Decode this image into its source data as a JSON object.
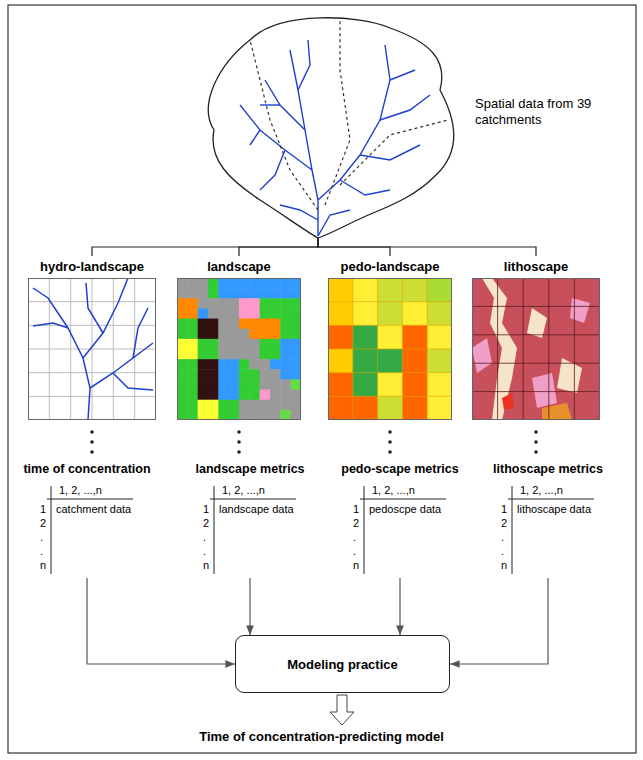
{
  "diagram": {
    "nodes": [
      {
        "text": [
          "Spatial data from 39 catchments"
        ]
      },
      {
        "text": [
          "hydro-landscape"
        ]
      },
      {
        "text": [
          "landscape"
        ]
      },
      {
        "text": [
          "pedo-landscape"
        ]
      },
      {
        "text": [
          "lithoscape"
        ]
      },
      {
        "text": [
          "time of concentration",
          "1, 2, ...,n",
          "1",
          "2",
          ".",
          ".",
          "n",
          "catchment data"
        ]
      },
      {
        "text": [
          "landscape metrics",
          "1, 2, ...,n",
          "1",
          "2",
          ".",
          ".",
          "n",
          "landscape data"
        ]
      },
      {
        "text": [
          "pedo-scape metrics",
          "1, 2, ...,n",
          "1",
          "2",
          ".",
          ".",
          "n",
          "pedoscpe data"
        ]
      },
      {
        "text": [
          "lithoscape metrics",
          "1, 2, ...,n",
          "1",
          "2",
          ".",
          ".",
          "n",
          "lithoscape data"
        ]
      },
      {
        "text": [
          "Modeling practice"
        ]
      }
    ],
    "edges": [
      {
        "from": 0,
        "to": 1,
        "arrow": "none"
      },
      {
        "from": 0,
        "to": 2,
        "arrow": "none"
      },
      {
        "from": 0,
        "to": 3,
        "arrow": "none"
      },
      {
        "from": 0,
        "to": 4,
        "arrow": "none"
      },
      {
        "from": 5,
        "to": 9,
        "arrow": "to"
      },
      {
        "from": 6,
        "to": 9,
        "arrow": "to"
      },
      {
        "from": 7,
        "to": 9,
        "arrow": "to"
      },
      {
        "from": 8,
        "to": 9,
        "arrow": "to"
      }
    ],
    "labels": [
      "Time of concentration-predicting model"
    ]
  }
}
